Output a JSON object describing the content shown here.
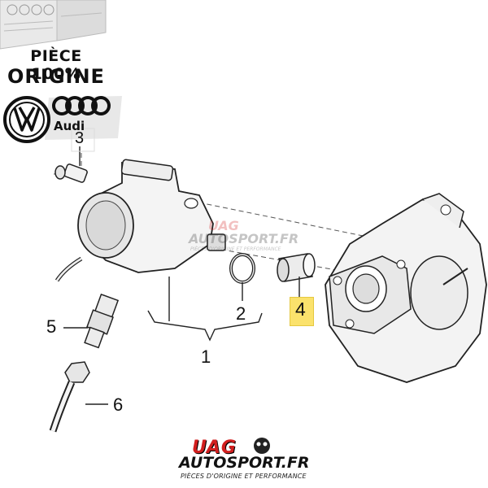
{
  "badge": {
    "line1": "PIÈCE 100%",
    "line2": "ORIGINE"
  },
  "brands": {
    "audi": "Audi"
  },
  "callouts": {
    "c1": "1",
    "c2": "2",
    "c3": "3",
    "c4": "4",
    "c5": "5",
    "c6": "6"
  },
  "footer_logo": {
    "uag": "UAG",
    "autosport": "AUTOSPORT.FR",
    "tagline": "PIÈCES D'ORIGINE ET PERFORMANCE"
  },
  "watermark": {
    "uag": "UAG",
    "autosport": "AUTOSPORT.FR",
    "tagline": "PIÈCES D'ORIGINE ET PERFORMANCE"
  },
  "colors": {
    "highlight": "#fbe26c",
    "brand_red": "#d21f1f",
    "line": "#222222",
    "part_fill": "#f2f2f2"
  },
  "icons": [
    "vw-logo-icon",
    "audi-rings-icon",
    "parts-box-icon",
    "skull-icon"
  ]
}
